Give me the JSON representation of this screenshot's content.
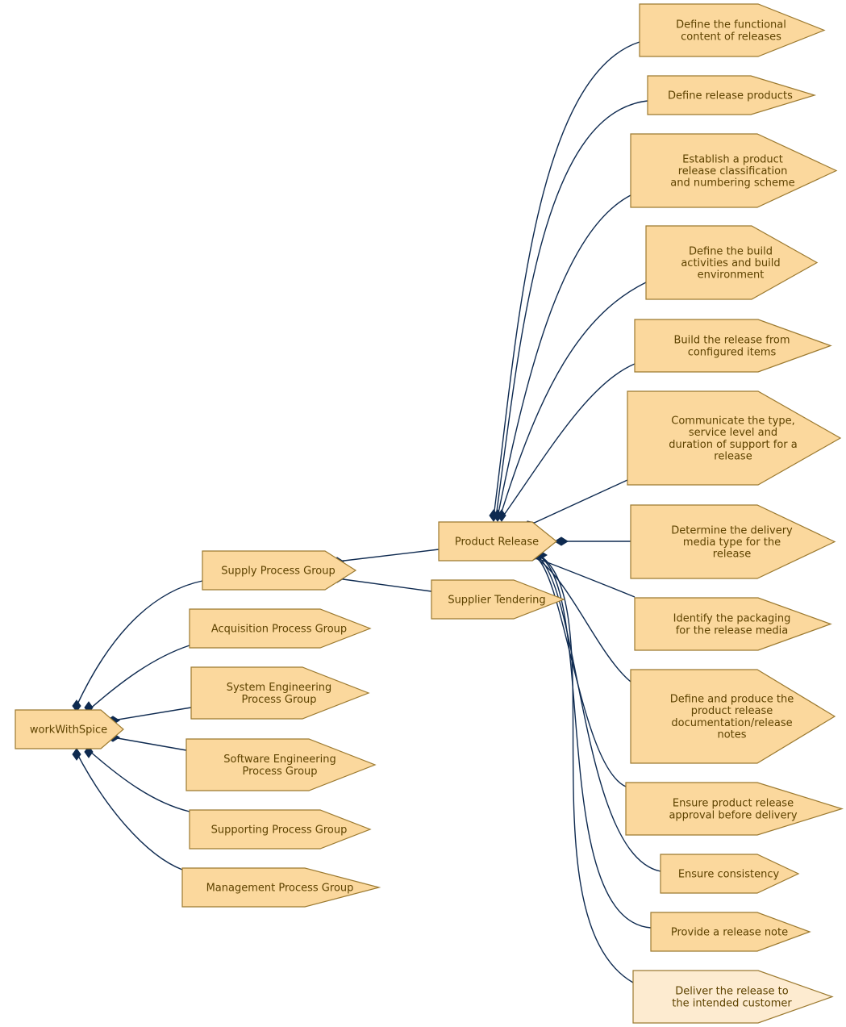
{
  "colors": {
    "node_fill": "#fbd89d",
    "node_fill_highlight": "#fdebd0",
    "node_border": "#9c7a30",
    "node_text": "#5e4300",
    "edge": "#0e2a50"
  },
  "nodes": {
    "root": {
      "lines": [
        "workWithSpice"
      ]
    },
    "supply": {
      "lines": [
        "Supply Process Group"
      ]
    },
    "acquisition": {
      "lines": [
        "Acquisition Process Group"
      ]
    },
    "system_eng": {
      "lines": [
        "System Engineering",
        "Process Group"
      ]
    },
    "software_eng": {
      "lines": [
        "Software Engineering",
        "Process Group"
      ]
    },
    "supporting": {
      "lines": [
        "Supporting Process Group"
      ]
    },
    "management": {
      "lines": [
        "Management Process Group"
      ]
    },
    "product_release": {
      "lines": [
        "Product Release"
      ]
    },
    "supplier_tendering": {
      "lines": [
        "Supplier Tendering"
      ]
    },
    "pr1": {
      "lines": [
        "Define the functional",
        "content of releases"
      ]
    },
    "pr2": {
      "lines": [
        "Define release products"
      ]
    },
    "pr3": {
      "lines": [
        "Establish a product",
        "release classification",
        "and numbering scheme"
      ]
    },
    "pr4": {
      "lines": [
        "Define the build",
        "activities and build",
        "environment"
      ]
    },
    "pr5": {
      "lines": [
        "Build the release from",
        "configured items"
      ]
    },
    "pr6": {
      "lines": [
        "Communicate the type,",
        "service level and",
        "duration of support for a",
        "release"
      ]
    },
    "pr7": {
      "lines": [
        "Determine the delivery",
        "media type for the",
        "release"
      ]
    },
    "pr8": {
      "lines": [
        "Identify the packaging",
        "for the release media"
      ]
    },
    "pr9": {
      "lines": [
        "Define and produce the",
        "product release",
        "documentation/release",
        "notes"
      ]
    },
    "pr10": {
      "lines": [
        "Ensure product release",
        "approval before delivery"
      ]
    },
    "pr11": {
      "lines": [
        "Ensure consistency"
      ]
    },
    "pr12": {
      "lines": [
        "Provide a release note"
      ]
    },
    "pr13": {
      "lines": [
        "Deliver the release to",
        "the intended customer"
      ]
    }
  }
}
